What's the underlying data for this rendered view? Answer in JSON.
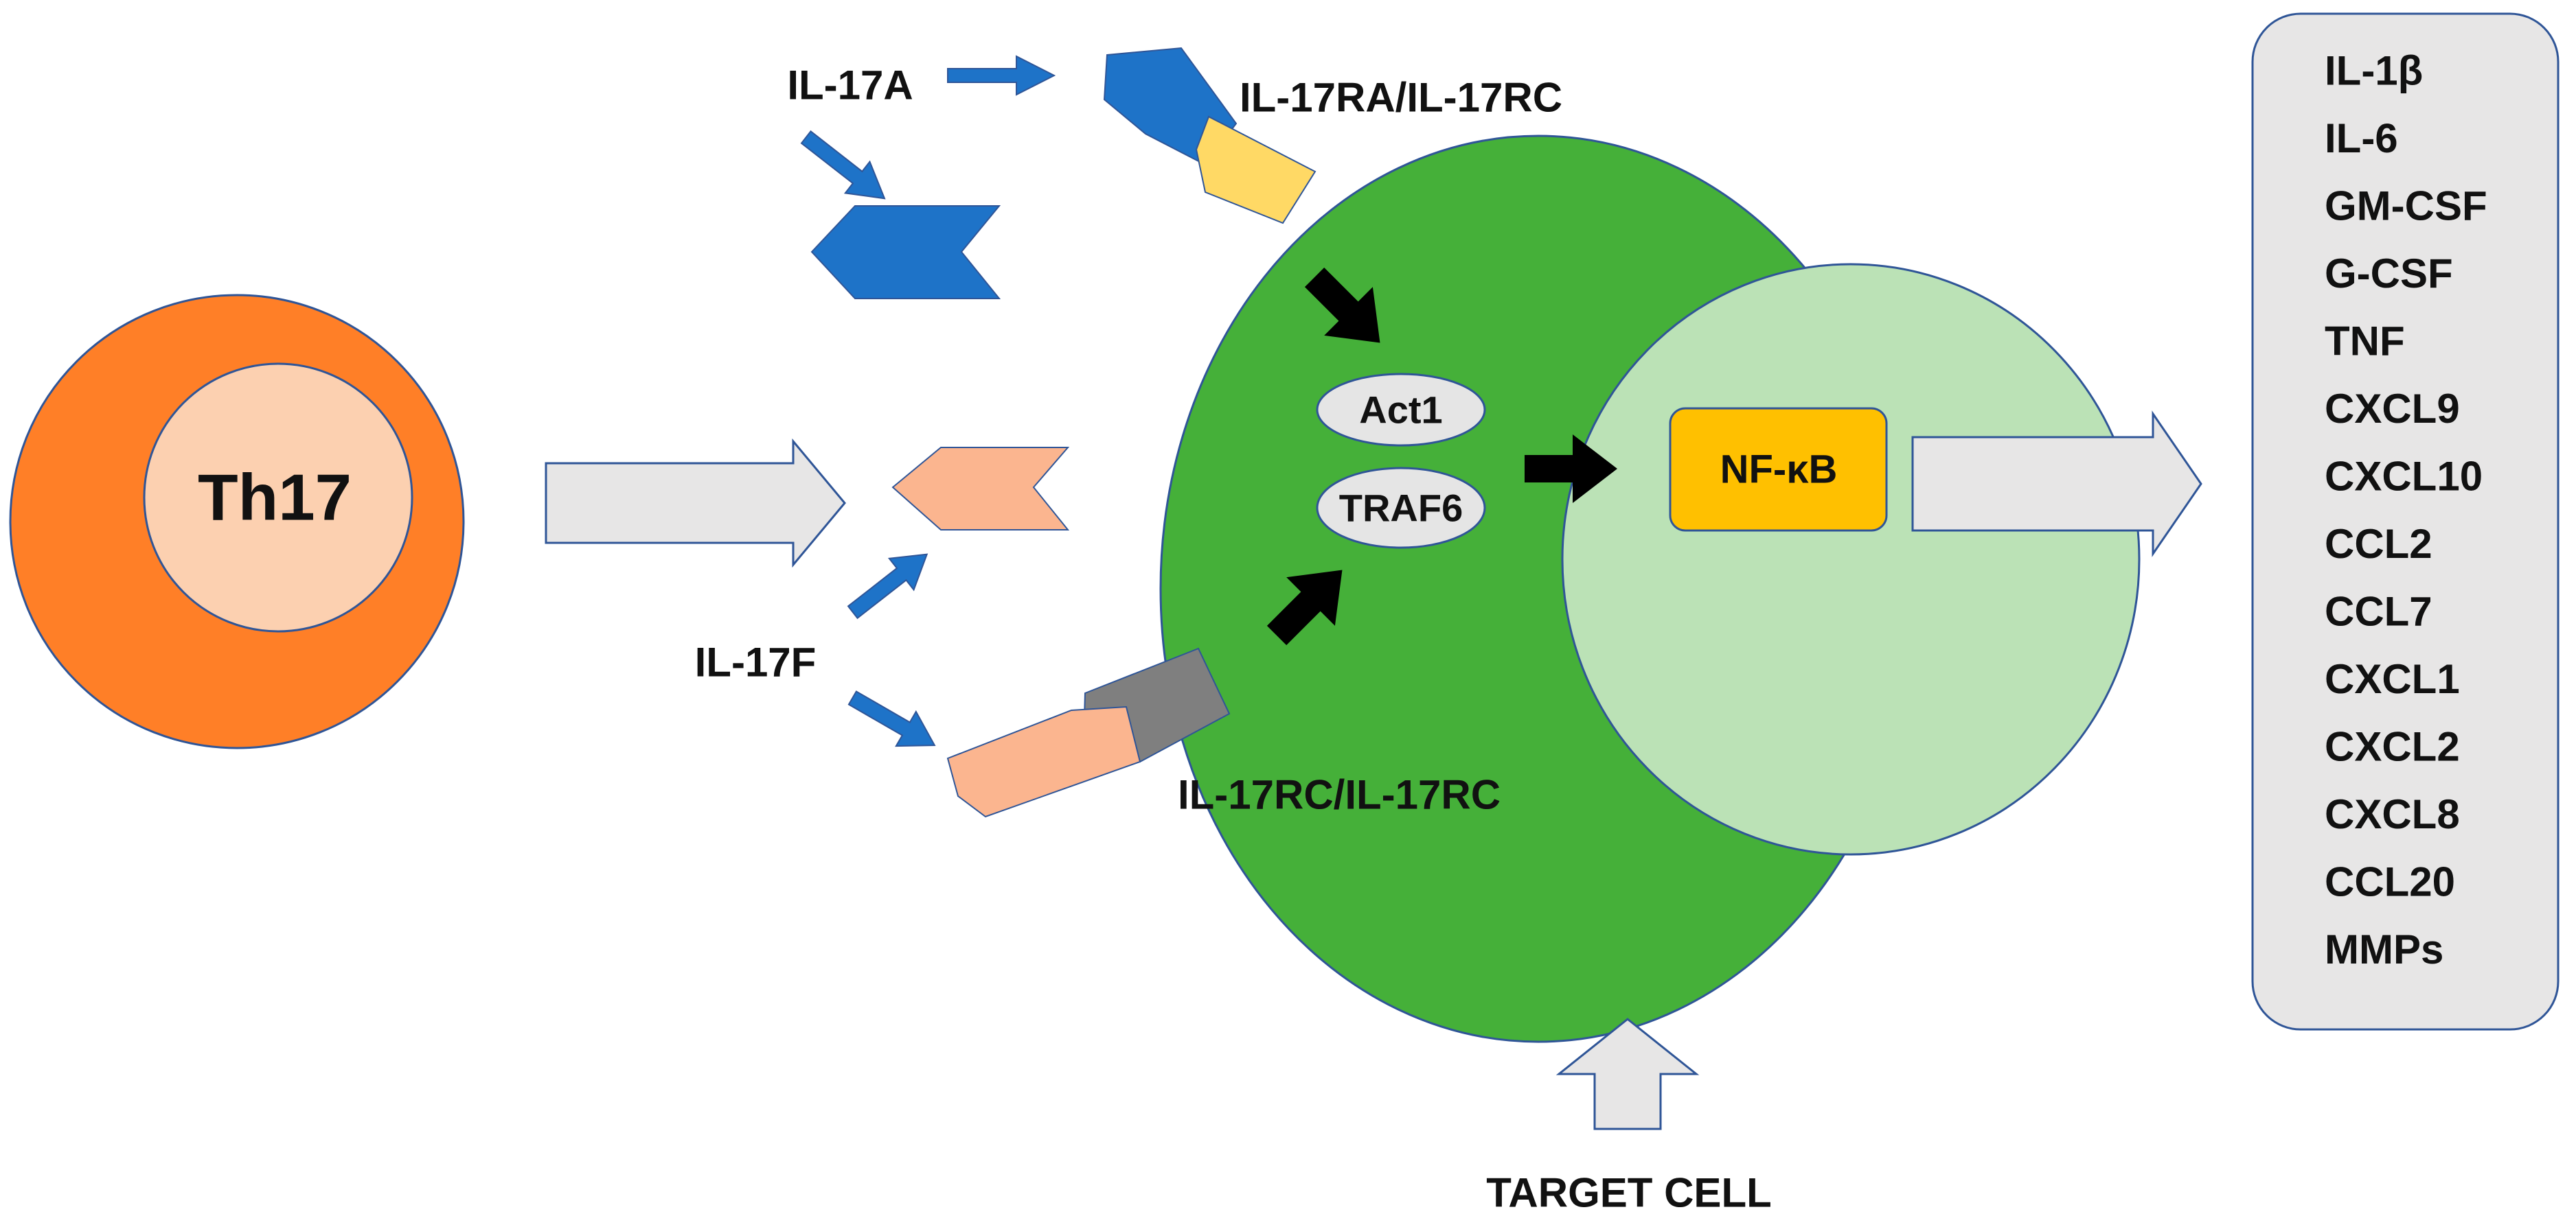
{
  "th17_cell": {
    "label": "Th17"
  },
  "ligands": {
    "il17a": "IL-17A",
    "il17f": "IL-17F"
  },
  "receptors": {
    "ra_rc": "IL-17RA/IL-17RC",
    "rc_rc": "IL-17RC/IL-17RC"
  },
  "adaptors": {
    "act1": "Act1",
    "traf6": "TRAF6"
  },
  "transcription_factor": {
    "label": "NF-κB"
  },
  "target_cell": {
    "label": "TARGET CELL"
  },
  "outputs": [
    "IL-1β",
    "IL-6",
    "GM-CSF",
    "G-CSF",
    "TNF",
    "CXCL9",
    "CXCL10",
    "CCL2",
    "CCL7",
    "CXCL1",
    "CXCL2",
    "CXCL8",
    "CCL20",
    "MMPs"
  ],
  "colors": {
    "th17_outer": "#FF7F27",
    "th17_inner": "#FCD0B0",
    "target_cell": "#45B039",
    "nucleus": "#BBE2B6",
    "il17a_blue": "#1E73C8",
    "il17f_peach": "#FBB58F",
    "receptor_yellow": "#FFD965",
    "receptor_gray": "#7F7F7F",
    "nfkb": "#FFC000",
    "adaptor": "#E5E5E5",
    "big_arrow": "#E7E6E6",
    "output_box": "#E7E6E6",
    "outline": "#2F5597"
  }
}
